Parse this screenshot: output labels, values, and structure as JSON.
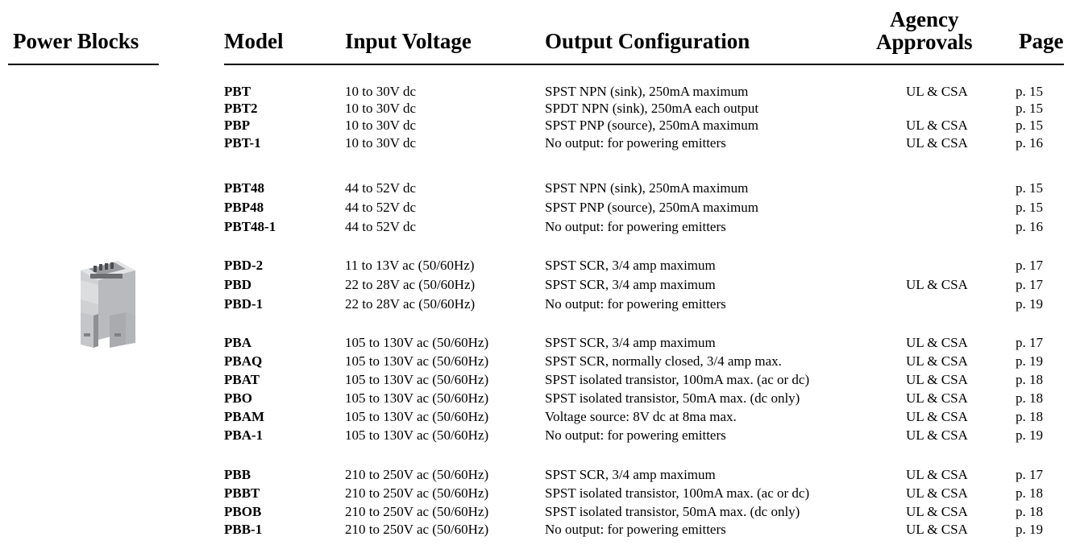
{
  "headers": {
    "power_blocks": "Power Blocks",
    "model": "Model",
    "input_voltage": "Input Voltage",
    "output_configuration": "Output Configuration",
    "agency_line1": "Agency",
    "agency_line2": "Approvals",
    "page": "Page"
  },
  "rows": [
    {
      "model": "PBT",
      "input": "10 to 30V dc",
      "output": "SPST NPN (sink), 250mA maximum",
      "agency": "UL & CSA",
      "page": "p. 15"
    },
    {
      "model": "PBT2",
      "input": "10 to 30V dc",
      "output": "SPDT NPN (sink), 250mA each output",
      "agency": "",
      "page": "p. 15"
    },
    {
      "model": "PBP",
      "input": "10 to 30V dc",
      "output": "SPST PNP (source), 250mA maximum",
      "agency": "UL & CSA",
      "page": "p. 15"
    },
    {
      "model": "PBT-1",
      "input": "10 to 30V dc",
      "output": "No output: for powering emitters",
      "agency": "UL & CSA",
      "page": "p. 16"
    },
    {
      "model": "PBT48",
      "input": "44 to 52V dc",
      "output": "SPST NPN (sink), 250mA maximum",
      "agency": "",
      "page": "p. 15"
    },
    {
      "model": "PBP48",
      "input": "44 to 52V dc",
      "output": "SPST PNP (source), 250mA maximum",
      "agency": "",
      "page": "p. 15"
    },
    {
      "model": "PBT48-1",
      "input": "44 to 52V dc",
      "output": "No output: for powering emitters",
      "agency": "",
      "page": "p. 16"
    },
    {
      "model": "PBD-2",
      "input": "11 to 13V ac (50/60Hz)",
      "output": "SPST SCR, 3/4 amp maximum",
      "agency": "",
      "page": "p. 17"
    },
    {
      "model": "PBD",
      "input": "22 to 28V ac (50/60Hz)",
      "output": "SPST SCR, 3/4 amp maximum",
      "agency": "UL & CSA",
      "page": "p. 17"
    },
    {
      "model": "PBD-1",
      "input": "22 to 28V ac (50/60Hz)",
      "output": "No output: for powering emitters",
      "agency": "",
      "page": "p. 19"
    },
    {
      "model": "PBA",
      "input": "105 to 130V ac (50/60Hz)",
      "output": "SPST SCR, 3/4 amp maximum",
      "agency": "UL & CSA",
      "page": "p. 17"
    },
    {
      "model": "PBAQ",
      "input": "105 to 130V ac (50/60Hz)",
      "output": "SPST SCR, normally closed, 3/4 amp max.",
      "agency": "UL & CSA",
      "page": "p. 19"
    },
    {
      "model": "PBAT",
      "input": "105 to 130V ac (50/60Hz)",
      "output": "SPST isolated transistor, 100mA max. (ac or dc)",
      "agency": "UL & CSA",
      "page": "p. 18"
    },
    {
      "model": "PBO",
      "input": "105 to 130V ac (50/60Hz)",
      "output": "SPST isolated transistor, 50mA max. (dc only)",
      "agency": "UL & CSA",
      "page": "p. 18"
    },
    {
      "model": "PBAM",
      "input": "105 to 130V ac (50/60Hz)",
      "output": "Voltage source: 8V dc at 8ma max.",
      "agency": "UL & CSA",
      "page": "p. 18"
    },
    {
      "model": "PBA-1",
      "input": "105 to 130V ac (50/60Hz)",
      "output": "No output: for powering emitters",
      "agency": "UL & CSA",
      "page": "p. 19"
    },
    {
      "model": "PBB",
      "input": "210 to 250V ac (50/60Hz)",
      "output": "SPST SCR, 3/4 amp maximum",
      "agency": "UL & CSA",
      "page": "p. 17"
    },
    {
      "model": "PBBT",
      "input": "210 to 250V ac (50/60Hz)",
      "output": "SPST isolated transistor, 100mA max. (ac or dc)",
      "agency": "UL & CSA",
      "page": "p. 18"
    },
    {
      "model": "PBOB",
      "input": "210 to 250V ac (50/60Hz)",
      "output": "SPST isolated transistor, 50mA max. (dc only)",
      "agency": "UL & CSA",
      "page": "p. 18"
    },
    {
      "model": "PBB-1",
      "input": "210 to 250V ac (50/60Hz)",
      "output": "No output: for powering emitters",
      "agency": "UL & CSA",
      "page": "p. 19"
    }
  ]
}
